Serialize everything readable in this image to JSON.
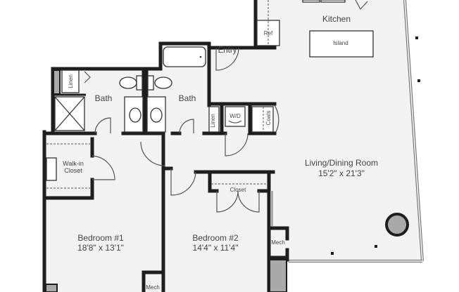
{
  "plan": {
    "rooms": [
      {
        "id": "kitchen",
        "name": "Kitchen",
        "dims": ""
      },
      {
        "id": "living",
        "name": "Living/Dining Room",
        "dims": "15'2\" x 21'3\""
      },
      {
        "id": "bedroom1",
        "name": "Bedroom #1",
        "dims": "18'8\" x 13'1\""
      },
      {
        "id": "bedroom2",
        "name": "Bedroom #2",
        "dims": "14'4\" x 11'4\""
      },
      {
        "id": "bath1",
        "name": "Bath",
        "dims": ""
      },
      {
        "id": "bath2",
        "name": "Bath",
        "dims": ""
      },
      {
        "id": "walkin",
        "name": "Walk-in",
        "name2": "Closet"
      }
    ],
    "labels": {
      "island": "Island",
      "ref": "Ref",
      "entry": "Entry",
      "linen_a": "Linen",
      "linen_b": "Linen",
      "wd": "W/D",
      "coats": "Coats",
      "closet": "Closet",
      "mech_a": "Mech",
      "mech_b": "Mech"
    },
    "colors": {
      "floor": "#f2f2f2",
      "wall": "#1e1e1e",
      "column": "#a9a9a9",
      "text": "#444444"
    }
  }
}
